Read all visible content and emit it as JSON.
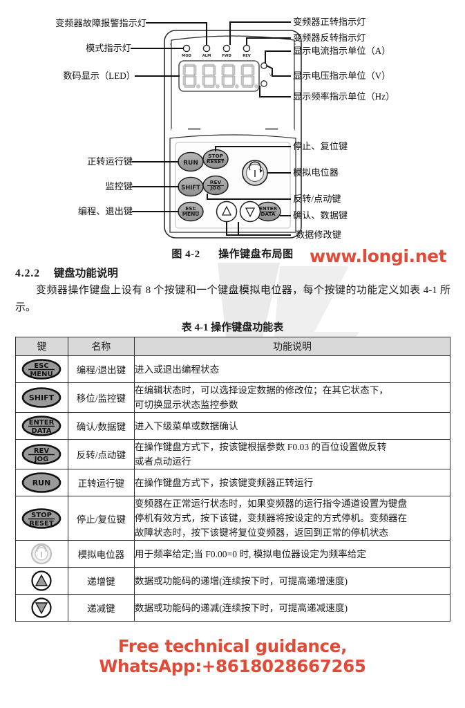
{
  "figure": {
    "caption_num": "图 4-2",
    "caption_text": "操作键盘布局图",
    "panel": {
      "led_display_value": "8.8.8.8.",
      "indicator_lights": [
        {
          "code": "MOD",
          "name": "模式指示灯"
        },
        {
          "code": "ALM",
          "name": "变频器故障报警指示灯"
        },
        {
          "code": "FWD",
          "name": "变频器正转指示灯"
        },
        {
          "code": "REV",
          "name": "变频器反转指示灯"
        }
      ],
      "unit_lights": [
        {
          "code": "A",
          "name": "显示电流指示单位（A）"
        },
        {
          "code": "V",
          "name": "显示电压指示单位（V）"
        },
        {
          "code": "Hz",
          "name": "显示频率指示单位（Hz）"
        }
      ],
      "keys": [
        {
          "id": "run",
          "l1": "RUN",
          "l2": ""
        },
        {
          "id": "stop",
          "l1": "STOP",
          "l2": "RESET"
        },
        {
          "id": "shift",
          "l1": "SHIFT",
          "l2": ""
        },
        {
          "id": "revjog",
          "l1": "REV",
          "l2": "JOG"
        },
        {
          "id": "esc",
          "l1": "ESC",
          "l2": "MENU"
        },
        {
          "id": "up",
          "l1": "▲",
          "l2": ""
        },
        {
          "id": "down",
          "l1": "▼",
          "l2": ""
        },
        {
          "id": "enter",
          "l1": "ENTER",
          "l2": "DATA"
        }
      ]
    },
    "callouts_left": [
      {
        "id": "alm",
        "text": "变频器故障报警指示灯"
      },
      {
        "id": "mod",
        "text": "模式指示灯"
      },
      {
        "id": "led",
        "text": "数码显示（LED）"
      },
      {
        "id": "run",
        "text": "正转运行键"
      },
      {
        "id": "shift",
        "text": "监控键"
      },
      {
        "id": "esc",
        "text": "编程、退出键"
      }
    ],
    "callouts_right": [
      {
        "id": "fwd",
        "text": "变频器正转指示灯"
      },
      {
        "id": "rev",
        "text": "变频器反转指示灯"
      },
      {
        "id": "amp",
        "text": "显示电流指示单位（A）"
      },
      {
        "id": "volt",
        "text": "显示电压指示单位（V）"
      },
      {
        "id": "hz",
        "text": "显示频率指示单位（Hz）"
      },
      {
        "id": "stop",
        "text": "停止、复位键"
      },
      {
        "id": "pot",
        "text": "模拟电位器"
      },
      {
        "id": "revjog",
        "text": "反转/点动键"
      },
      {
        "id": "enter",
        "text": "确认、数据键"
      },
      {
        "id": "updown",
        "text": "数据修改键"
      }
    ]
  },
  "sitemark": "www.longi.net",
  "section": {
    "number": "4.2.2",
    "title": "键盘功能说明",
    "paragraph": "变频器操作键盘上设有 8 个按键和一个键盘模拟电位器，每个按键的功能定义如表 4-1 所示。"
  },
  "table": {
    "caption": "表 4-1 操作键盘功能表",
    "headers": [
      "键",
      "名称",
      "功能说明"
    ],
    "rows": [
      {
        "key": {
          "type": "oval-dark",
          "l1": "ESC",
          "l2": "MENU"
        },
        "name": "编程/退出键",
        "desc": [
          "进入或退出编程状态"
        ]
      },
      {
        "key": {
          "type": "oval-dark",
          "l1": "SHIFT",
          "l2": ""
        },
        "name": "移位/监控键",
        "desc": [
          "在编辑状态时，可以选择设定数据的修改位；在其它状态下，",
          "可切换显示状态监控参数"
        ]
      },
      {
        "key": {
          "type": "oval-dark",
          "l1": "ENTER",
          "l2": "DATA"
        },
        "name": "确认/数据键",
        "desc": [
          "进入下级菜单或数据确认"
        ]
      },
      {
        "key": {
          "type": "oval-dark",
          "l1": "REV",
          "l2": "JOG"
        },
        "name": "反转/点动键",
        "desc": [
          "在操作键盘方式下，按该键根据参数 F0.03 的百位设置做反转",
          "或者点动运行"
        ]
      },
      {
        "key": {
          "type": "oval-dark",
          "l1": "RUN",
          "l2": ""
        },
        "name": "正转运行键",
        "desc": [
          "在操作键盘方式下，按该键变频器正转运行"
        ]
      },
      {
        "key": {
          "type": "oval-dark",
          "l1": "STOP",
          "l2": "RESET"
        },
        "name": "停止/复位键",
        "desc": [
          "变频器在正常运行状态时，如果变频器的运行指令通道设置为键盘",
          "停机有效方式，按下该键，变频器将按设定的方式停机。变频器在",
          "故障状态时，按下该键将复位变频器，返回到正常的停机状态"
        ]
      },
      {
        "key": {
          "type": "potentiometer",
          "l1": "",
          "l2": ""
        },
        "name": "模拟电位器",
        "desc": [
          "用于频率给定;当 F0.00=0 时, 模拟电位器设定为频率给定"
        ]
      },
      {
        "key": {
          "type": "circle-up",
          "l1": "▲",
          "l2": ""
        },
        "name": "递增键",
        "desc": [
          "数据或功能码的递增(连续按下时，可提高递增速度)"
        ]
      },
      {
        "key": {
          "type": "circle-down",
          "l1": "▼",
          "l2": ""
        },
        "name": "递减键",
        "desc": [
          "数据或功能码的递减(连续按下时，可提高递减速度)"
        ]
      }
    ]
  },
  "footer": {
    "text": "Free technical guidance, WhatsApp:+8618028667265"
  },
  "colors": {
    "accent_red": "#e04a36",
    "header_fill": "#d9d9d9",
    "key_fill": "#9a9a9a",
    "border": "#2b2b2b"
  }
}
